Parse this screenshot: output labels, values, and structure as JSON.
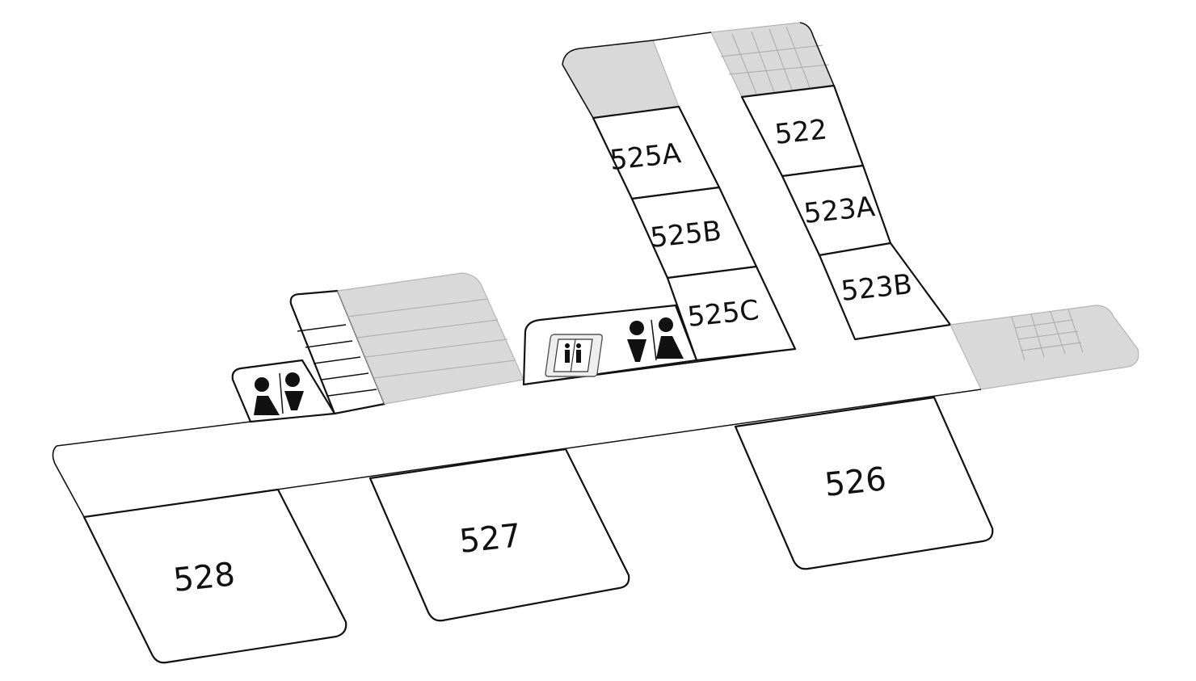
{
  "map": {
    "rooms": [
      {
        "id": "r522",
        "label": "522"
      },
      {
        "id": "r523a",
        "label": "523A"
      },
      {
        "id": "r523b",
        "label": "523B"
      },
      {
        "id": "r525a",
        "label": "525A"
      },
      {
        "id": "r525b",
        "label": "525B"
      },
      {
        "id": "r525c",
        "label": "525C"
      },
      {
        "id": "r526",
        "label": "526"
      },
      {
        "id": "r527",
        "label": "527"
      },
      {
        "id": "r528",
        "label": "528"
      }
    ],
    "amenities": [
      {
        "type": "restroom",
        "icon": "restroom-icon"
      },
      {
        "type": "restroom",
        "icon": "restroom-icon"
      },
      {
        "type": "elevator",
        "icon": "elevator-icon"
      }
    ],
    "colors": {
      "outline": "#111111",
      "service_area": "#d9d9d9",
      "background": "#ffffff"
    }
  }
}
